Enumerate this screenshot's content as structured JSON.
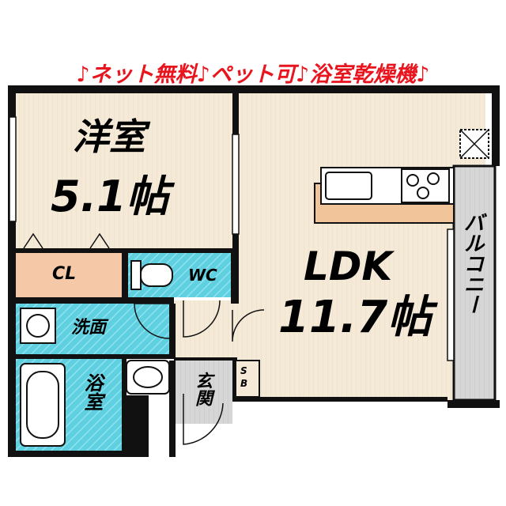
{
  "banner": "♪ネット無料♪ペット可♪浴室乾燥機♪",
  "rooms": {
    "western": {
      "name": "洋室",
      "size": "5.1帖"
    },
    "closet": "CL",
    "wc": "WC",
    "washroom": "洗面",
    "bath": "浴室",
    "entrance": "玄関",
    "shoebox": "SB",
    "ldk": {
      "name": "LDK",
      "size": "11.7帖"
    },
    "balcony": "バルコニー"
  },
  "colors": {
    "wall": "#111111",
    "floor_wood": "#f5ead8",
    "floor_tile": "#5fd0e0",
    "closet": "#f5c9a8",
    "counter": "#f2c49a",
    "balcony": "#d8d8d8",
    "entrance": "#c8c8c8",
    "banner": "#e8141e"
  }
}
